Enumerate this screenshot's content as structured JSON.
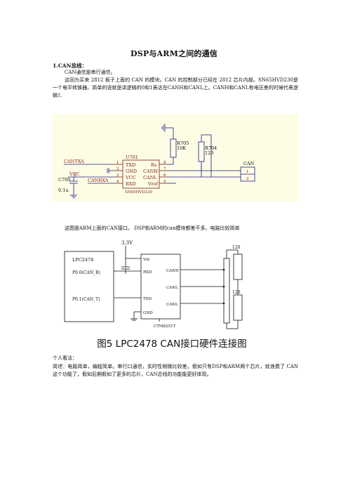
{
  "doc": {
    "title": "DSP与ARM之间的通信",
    "section1_heading": "1.CAN总线：",
    "para1": "CAN通信是串行通信。",
    "para2": "这回为买来 2812 板子上面的 CAN 的模块。CAN 的控制部分已经在 2812 芯片内部。SN65HVD230是一个电平转换器。简单的说就是讲逻辑的0和1表达在CANH和CANL上。CANH和CANL有电压差的时候代表逻辑1.",
    "caption1": "这图是ARM上面的CAN接口。 DSP和ARM的can模块都差不多。电路比较简单",
    "figure_caption": "图5 LPC2478 CAN接口硬件连接图",
    "note_heading": "个人看法：",
    "para4": "简述：电路简单，编程简单。串行口通信，实时性稍微比较差。假如只有DSP和ARM两个芯片，就浪费了 CAN这个功能了，假如后期假如了更多的芯片，CAN总线的功能能更好体现。"
  },
  "schematic1": {
    "chip_ref": "U701",
    "chip_part": "SN65HVD230",
    "pins_left": [
      "TXD",
      "GND",
      "VCC",
      "RXD"
    ],
    "pins_right": [
      "Rs",
      "CANH",
      "CANL",
      "Vref"
    ],
    "pin_nums_left": [
      "1",
      "2",
      "3",
      "4"
    ],
    "pin_nums_right": [
      "8",
      "7",
      "6",
      "5"
    ],
    "net_txa": "CANTXA",
    "net_rxa": "CANRXA",
    "net_vcc": "VCC",
    "cap_ref": "C700",
    "cap_val": "0.1u",
    "r1_ref": "R705",
    "r1_val": "10K",
    "r2_ref": "R704",
    "r2_val": "120",
    "conn_label": "CAN",
    "conn_pins": [
      "1",
      "2"
    ]
  },
  "schematic2": {
    "supply": "3.3V",
    "mcu": "LPC2478",
    "mcu_pin1": "P0.0(CAN_R)",
    "mcu_pin2": "P0.1(CAN_T)",
    "chip_pins_left": [
      "Vin",
      "RXD",
      "TXD",
      "GND"
    ],
    "chip_pins_right": [
      "CANH",
      "CANL",
      "CANL"
    ],
    "chip_part": "CTM8251T",
    "r_top": "120",
    "r_bottom": "120"
  }
}
